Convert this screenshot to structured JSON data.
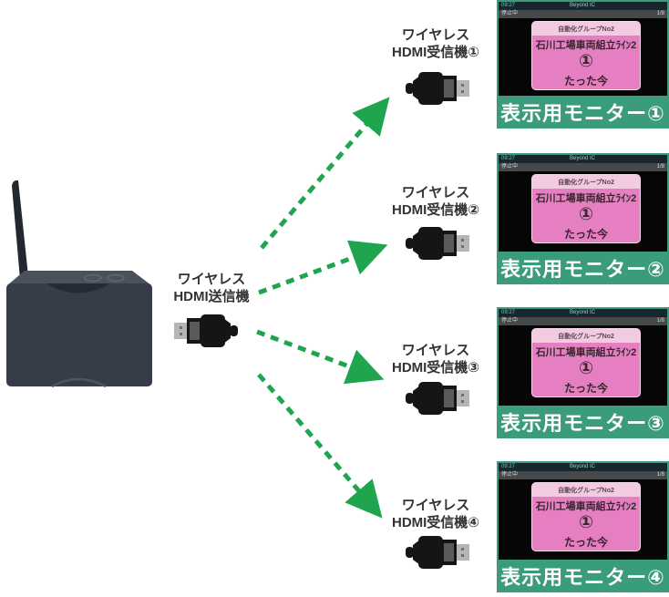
{
  "transmitter": {
    "label_line1": "ワイヤレス",
    "label_line2": "HDMI送信機"
  },
  "receivers": [
    {
      "label_line1": "ワイヤレス",
      "label_line2": "HDMI受信機①"
    },
    {
      "label_line1": "ワイヤレス",
      "label_line2": "HDMI受信機②"
    },
    {
      "label_line1": "ワイヤレス",
      "label_line2": "HDMI受信機③"
    },
    {
      "label_line1": "ワイヤレス",
      "label_line2": "HDMI受信機④"
    }
  ],
  "screen": {
    "status_time": "09:27",
    "status_title": "Beyond IC",
    "sub_left": "停止中",
    "sub_right": "1/8",
    "card_group": "自動化グループNo2",
    "card_line": "石川工場車両組立ﾗｲﾝ2",
    "card_number": "①",
    "card_status": "たった今"
  },
  "monitors": [
    {
      "banner": "表示用モニター①"
    },
    {
      "banner": "表示用モニター②"
    },
    {
      "banner": "表示用モニター③"
    },
    {
      "banner": "表示用モニター④"
    }
  ],
  "icons": {
    "transmitter_device": "wireless-transmitter-box-with-antenna",
    "dongle": "hdmi-usb-dongle",
    "arrow": "green-dashed-arrow"
  },
  "colors": {
    "arrow_green": "#1fa54e",
    "banner_green": "#3b9c7d",
    "card_pink": "#e57fc1",
    "card_header_pink": "#f2cae2"
  }
}
